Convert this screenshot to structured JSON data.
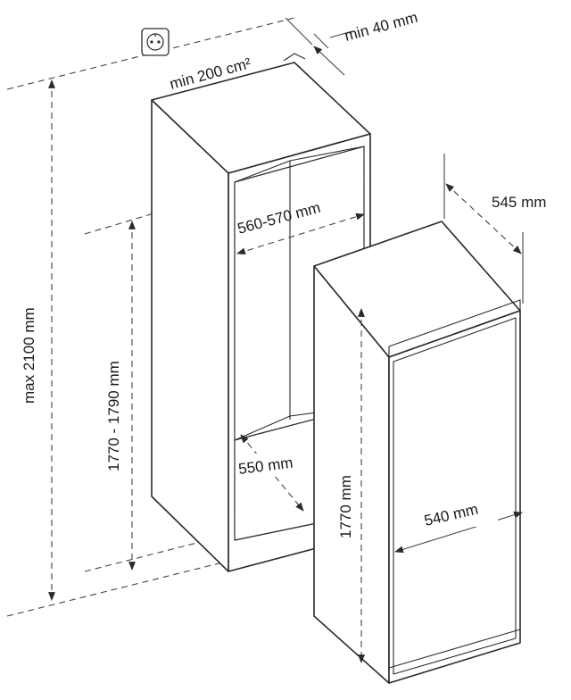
{
  "labels": {
    "vent_area": "min 200 cm²",
    "gap": "min 40 mm",
    "max_height": "max 2100 mm",
    "niche_height": "1770 - 1790 mm",
    "niche_width": "560-570 mm",
    "niche_depth": "550 mm",
    "appliance_depth": "545 mm",
    "appliance_height": "1770 mm",
    "appliance_width": "540 mm"
  },
  "icons": {
    "outlet": "power-outlet-icon"
  }
}
